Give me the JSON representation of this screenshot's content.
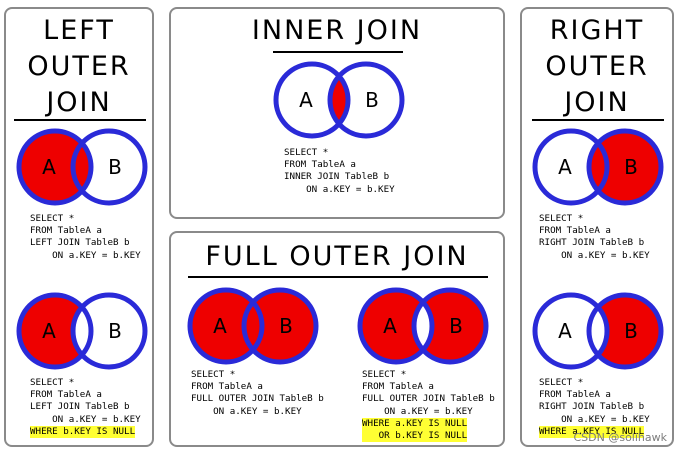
{
  "colors": {
    "fill": "#ee0000",
    "ring": "#2a2ad8",
    "highlight": "#ffff33",
    "border": "#8a8a8a"
  },
  "panels": {
    "left": {
      "title_lines": [
        "LEFT",
        "OUTER",
        "JOIN"
      ],
      "top": {
        "label_a": "A",
        "label_b": "B",
        "sql": [
          "SELECT *",
          "FROM TableA a",
          "LEFT JOIN TableB b",
          "    ON a.KEY = b.KEY"
        ],
        "highlight": []
      },
      "bottom": {
        "label_a": "A",
        "label_b": "B",
        "sql": [
          "SELECT *",
          "FROM TableA a",
          "LEFT JOIN TableB b",
          "    ON a.KEY = b.KEY"
        ],
        "highlight": [
          "WHERE b.KEY IS NULL"
        ]
      }
    },
    "inner": {
      "title": "INNER JOIN",
      "label_a": "A",
      "label_b": "B",
      "sql": [
        "SELECT *",
        "FROM TableA a",
        "INNER JOIN TableB b",
        "    ON a.KEY = b.KEY"
      ]
    },
    "full": {
      "title": "FULL OUTER JOIN",
      "left": {
        "label_a": "A",
        "label_b": "B",
        "sql": [
          "SELECT *",
          "FROM TableA a",
          "FULL OUTER JOIN TableB b",
          "    ON a.KEY = b.KEY"
        ],
        "highlight": []
      },
      "right": {
        "label_a": "A",
        "label_b": "B",
        "sql": [
          "SELECT *",
          "FROM TableA a",
          "FULL OUTER JOIN TableB b",
          "    ON a.KEY = b.KEY"
        ],
        "highlight": [
          "WHERE a.KEY IS NULL",
          "   OR b.KEY IS NULL"
        ]
      }
    },
    "right": {
      "title_lines": [
        "RIGHT",
        "OUTER",
        "JOIN"
      ],
      "top": {
        "label_a": "A",
        "label_b": "B",
        "sql": [
          "SELECT *",
          "FROM TableA a",
          "RIGHT JOIN TableB b",
          "    ON a.KEY = b.KEY"
        ],
        "highlight": []
      },
      "bottom": {
        "label_a": "A",
        "label_b": "B",
        "sql": [
          "SELECT *",
          "FROM TableA a",
          "RIGHT JOIN TableB b",
          "    ON a.KEY = b.KEY"
        ],
        "highlight": [
          "WHERE a.KEY IS NULL"
        ]
      }
    }
  },
  "watermark": "CSDN @solihawk"
}
